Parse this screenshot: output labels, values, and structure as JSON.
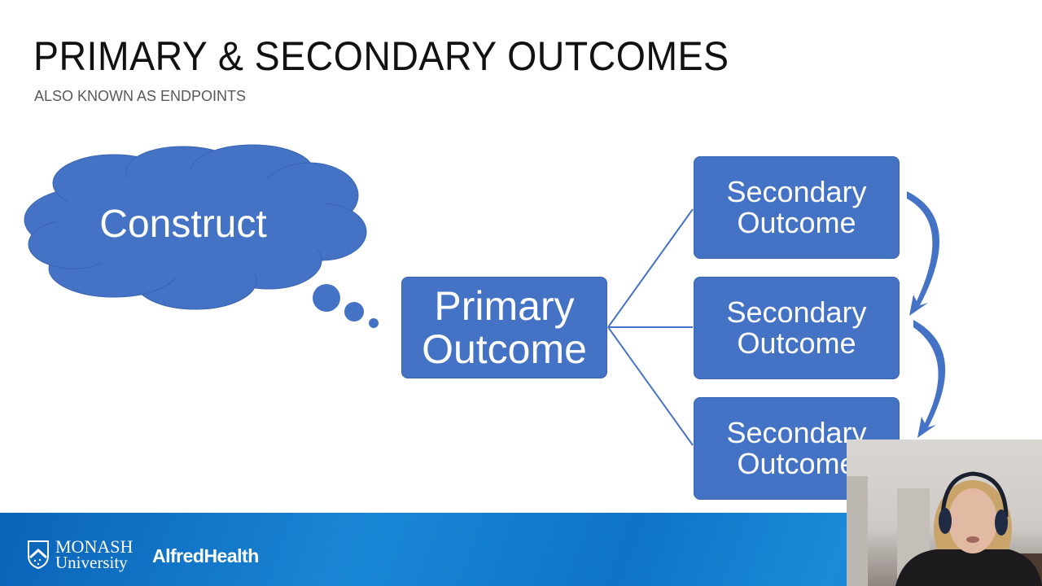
{
  "slide": {
    "title": "PRIMARY & SECONDARY OUTCOMES",
    "subtitle": "ALSO KNOWN AS ENDPOINTS"
  },
  "diagram": {
    "cloud_label": "Construct",
    "primary": {
      "line1": "Primary",
      "line2": "Outcome"
    },
    "secondary": [
      {
        "line1": "Secondary",
        "line2": "Outcome"
      },
      {
        "line1": "Secondary",
        "line2": "Outcome"
      },
      {
        "line1": "Secondary",
        "line2": "Outcome"
      }
    ],
    "colors": {
      "shape_fill": "#4472c4",
      "connector": "#4472c4"
    }
  },
  "footer": {
    "monash_line1": "MONASH",
    "monash_line2": "University",
    "alfred": "AlfredHealth",
    "background": "#0d74c8"
  },
  "webcam": {
    "label": "presenter-video"
  }
}
